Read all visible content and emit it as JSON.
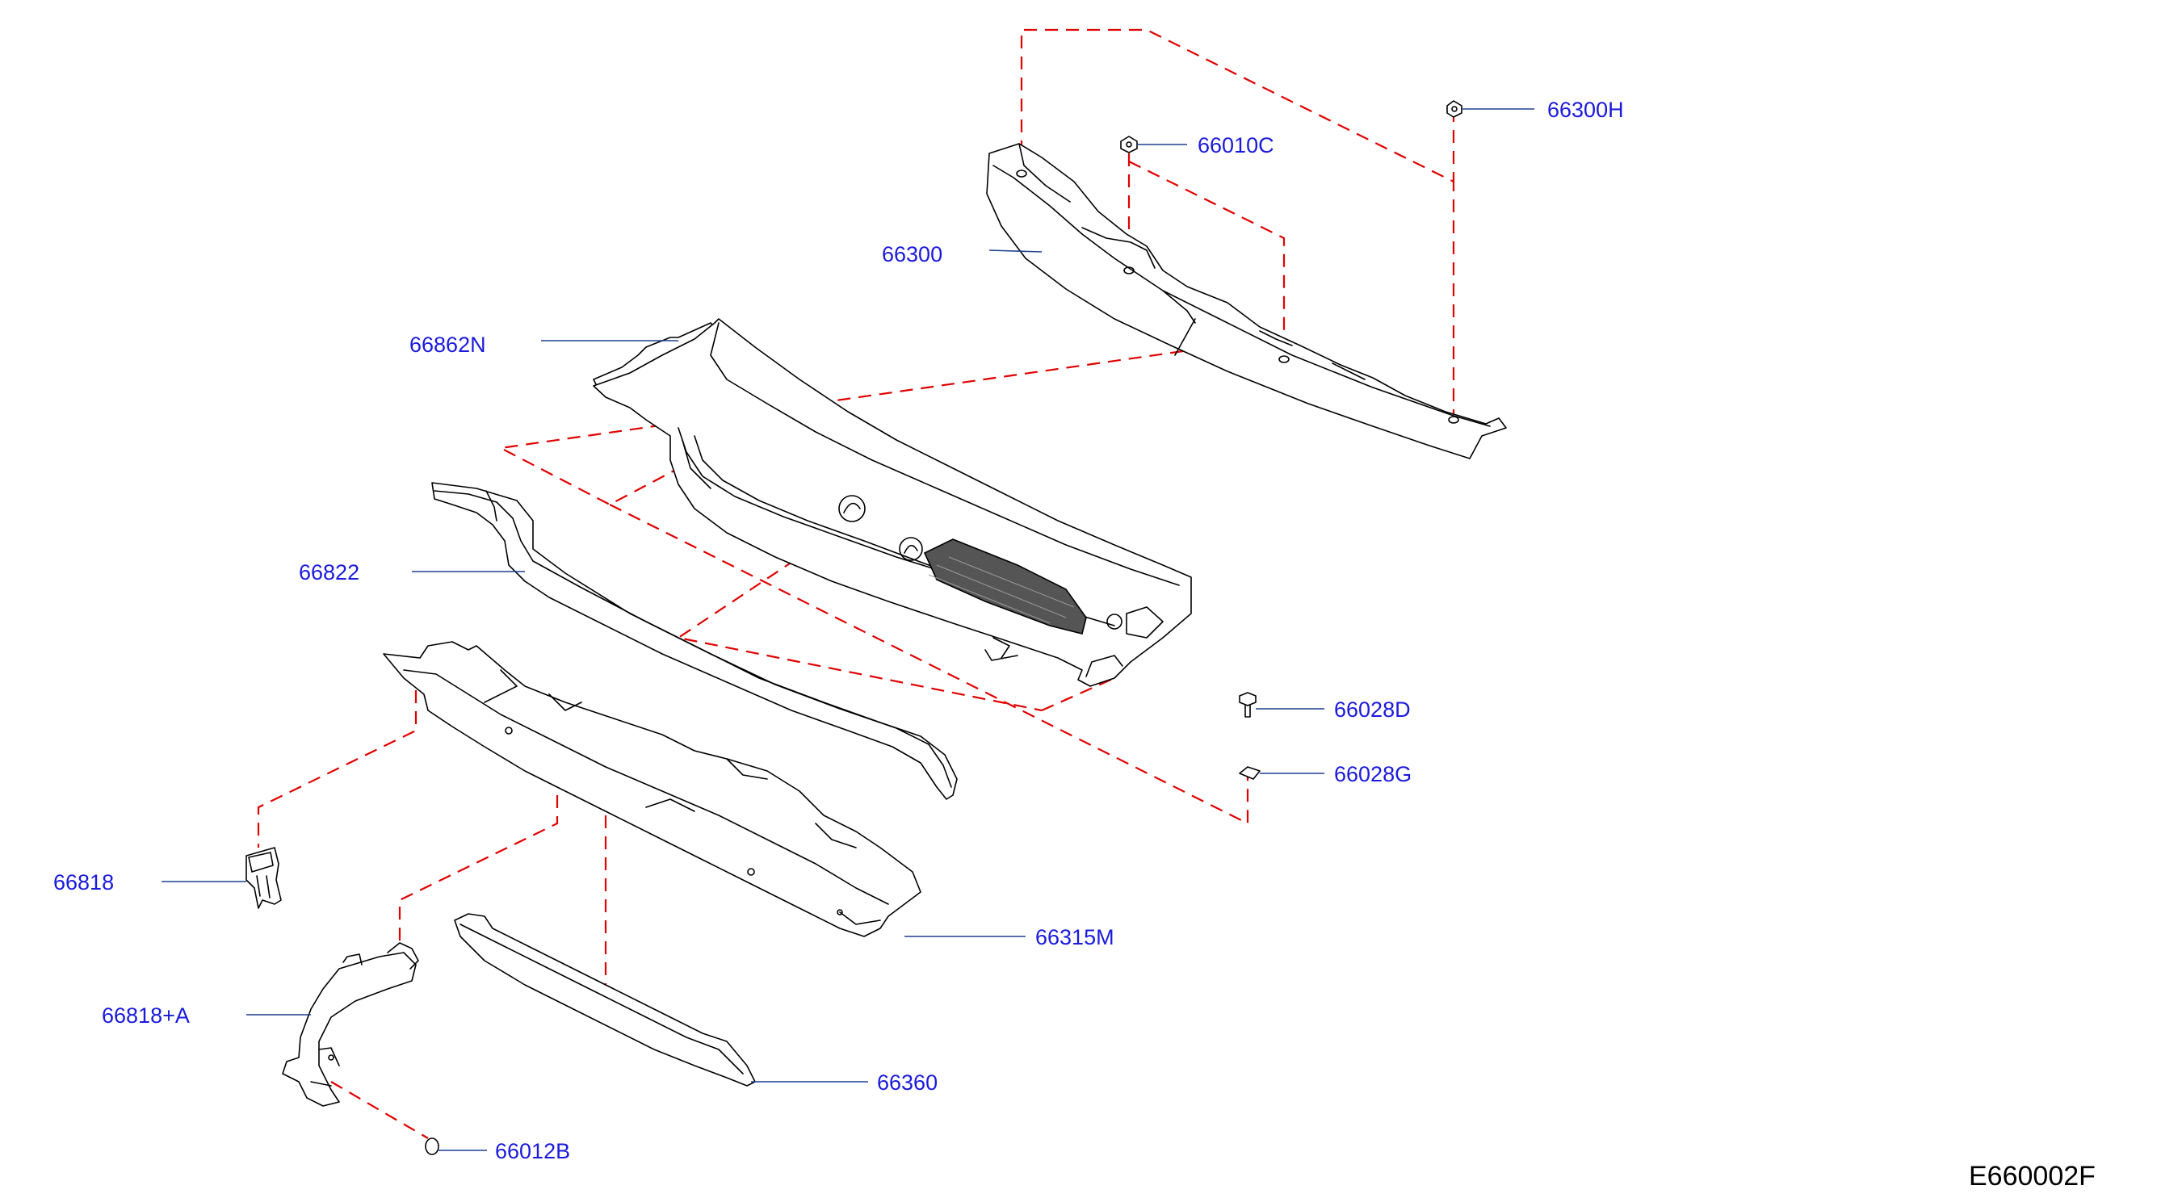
{
  "diagram": {
    "figure_code": "E660002F",
    "colors": {
      "callout_text": "#1a1adc",
      "leader_line": "#1f3f8f",
      "guide_line": "#e00000",
      "part_outline": "#000000"
    },
    "callouts": {
      "p66300H": "66300H",
      "p66010C": "66010C",
      "p66300": "66300",
      "p66862N": "66862N",
      "p66822": "66822",
      "p66028D": "66028D",
      "p66028G": "66028G",
      "p66818": "66818",
      "p66315M": "66315M",
      "p66818A": "66818+A",
      "p66360": "66360",
      "p66012B": "66012B"
    }
  }
}
